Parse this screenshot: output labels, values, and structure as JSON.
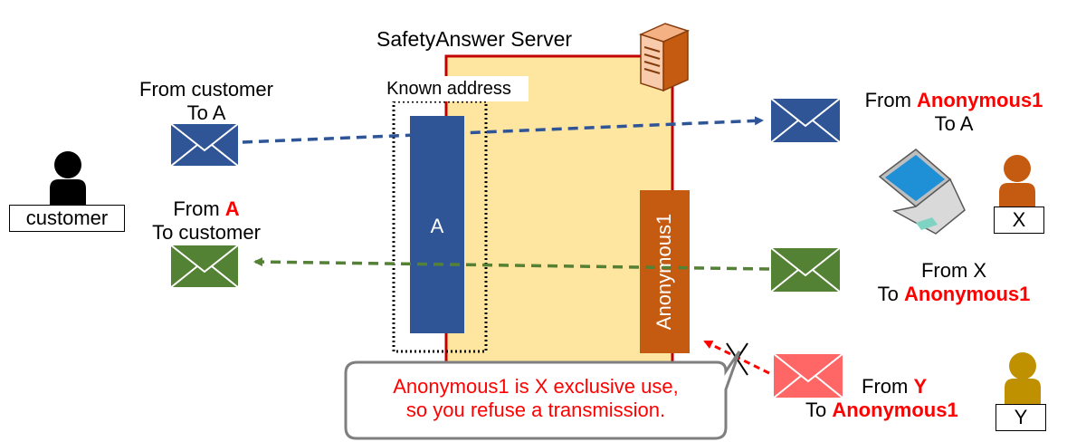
{
  "server": {
    "title": "SafetyAnswer Server",
    "known_address_label": "Known address",
    "address_a": "A",
    "address_anon": "Anonymous1"
  },
  "customer": {
    "label": "customer",
    "outgoing": {
      "line1": "From customer",
      "line2": "To A"
    },
    "incoming": {
      "from_prefix": "From ",
      "from_name": "A",
      "line2": "To customer"
    }
  },
  "forwarded": {
    "from_prefix": "From ",
    "from_name": "Anonymous1",
    "line2": "To A"
  },
  "user_x": {
    "label": "X",
    "message": {
      "line1": "From X",
      "to_prefix": "To ",
      "to_name": "Anonymous1"
    }
  },
  "user_y": {
    "label": "Y",
    "message": {
      "from_prefix": "From ",
      "from_name": "Y",
      "to_prefix": "To ",
      "to_name": "Anonymous1"
    }
  },
  "callout": {
    "line1": "Anonymous1 is X exclusive use,",
    "line2": "so you refuse a transmission."
  },
  "colors": {
    "server_fill": "#ffe6a0",
    "server_border": "#c00000",
    "address_a": "#2f5597",
    "address_anon": "#c55a11",
    "envelope_blue": "#2f5597",
    "envelope_green": "#548235",
    "envelope_red": "#ff6666",
    "person_x": "#c55a11",
    "person_y": "#bf9000"
  }
}
